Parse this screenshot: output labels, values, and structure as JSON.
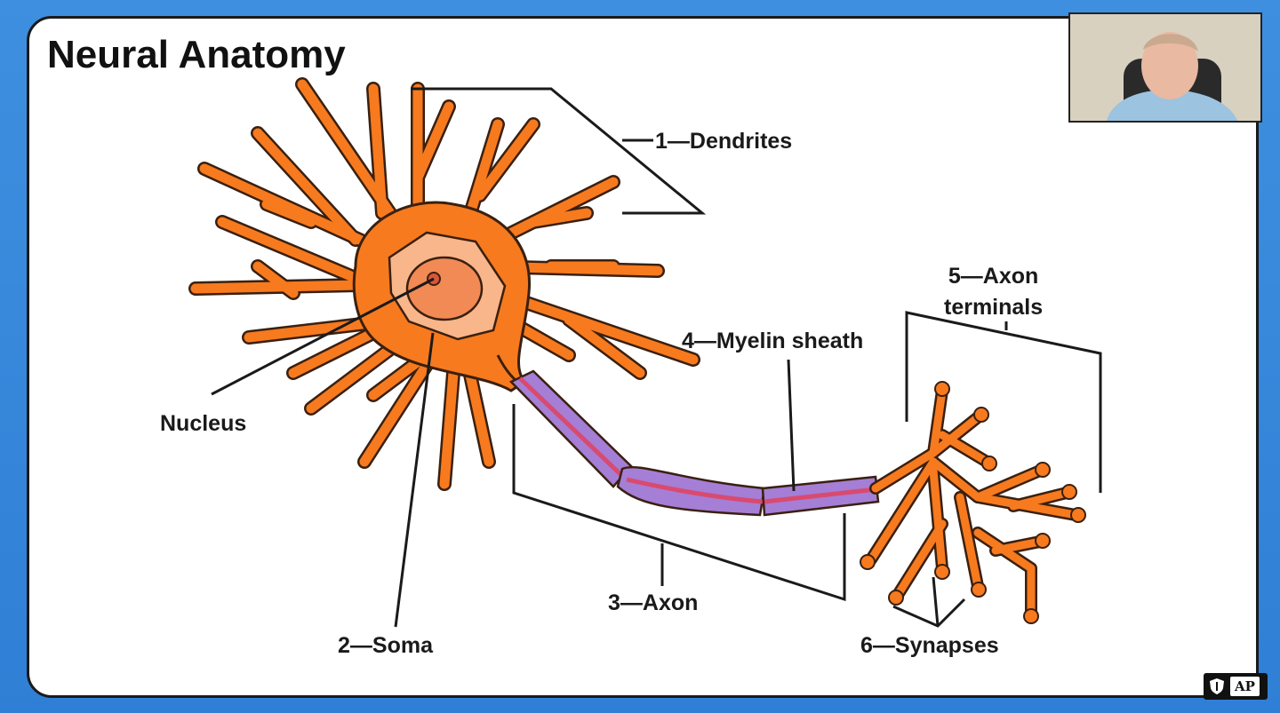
{
  "slide": {
    "title": "Neural Anatomy",
    "labels": {
      "dendrites": "1—Dendrites",
      "soma": "2—Soma",
      "axon": "3—Axon",
      "myelin": "4—Myelin sheath",
      "terminals_line1": "5—Axon",
      "terminals_line2": "terminals",
      "synapses": "6—Synapses",
      "nucleus": "Nucleus"
    }
  },
  "badge": {
    "text": "AP"
  },
  "colors": {
    "neuron_fill": "#f77a1e",
    "neuron_stroke": "#3a2010",
    "soma_inner": "#f9b68a",
    "nucleus_fill": "#f28a55",
    "myelin_fill": "#a57ed6",
    "myelin_inner": "#d94a6f",
    "frame_blue": "#3585dc"
  },
  "icons": {
    "badge_icon": "shield-icon",
    "webcam": "presenter-video"
  }
}
